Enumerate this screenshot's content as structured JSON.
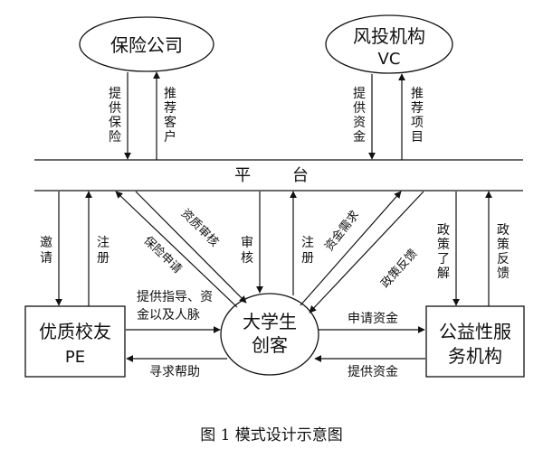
{
  "nodes": {
    "insurance": "保险公司",
    "vc_line1": "风投机构",
    "vc_line2": "VC",
    "platform": "平        台",
    "alumni_line1": "优质校友",
    "alumni_line2": "PE",
    "student_line1": "大学生",
    "student_line2": "创客",
    "public_line1": "公益性服",
    "public_line2": "务机构"
  },
  "edges": {
    "provide_insurance": [
      "提",
      "供",
      "保",
      "险"
    ],
    "recommend_clients": [
      "推",
      "荐",
      "客",
      "户"
    ],
    "provide_funds_vc": [
      "提",
      "供",
      "资",
      "金"
    ],
    "recommend_projects": [
      "推",
      "荐",
      "项",
      "目"
    ],
    "invite": [
      "邀",
      "请"
    ],
    "register_alumni": [
      "注",
      "册"
    ],
    "insurance_apply": "保险申请",
    "qualification_review": "资质审核",
    "review": [
      "审",
      "核"
    ],
    "register_student": [
      "注",
      "册"
    ],
    "fund_demand": "资金需求",
    "policy_feedback_diag": "政策反馈",
    "policy_understand": [
      "政",
      "策",
      "了",
      "解"
    ],
    "policy_feedback": [
      "政",
      "策",
      "反",
      "馈"
    ],
    "guidance_line1": "提供指导、资",
    "guidance_line2": "金以及人脉",
    "seek_help": "寻求帮助",
    "apply_funds": "申请资金",
    "provide_funds_public": "提供资金"
  },
  "caption": "图 1 模式设计示意图"
}
